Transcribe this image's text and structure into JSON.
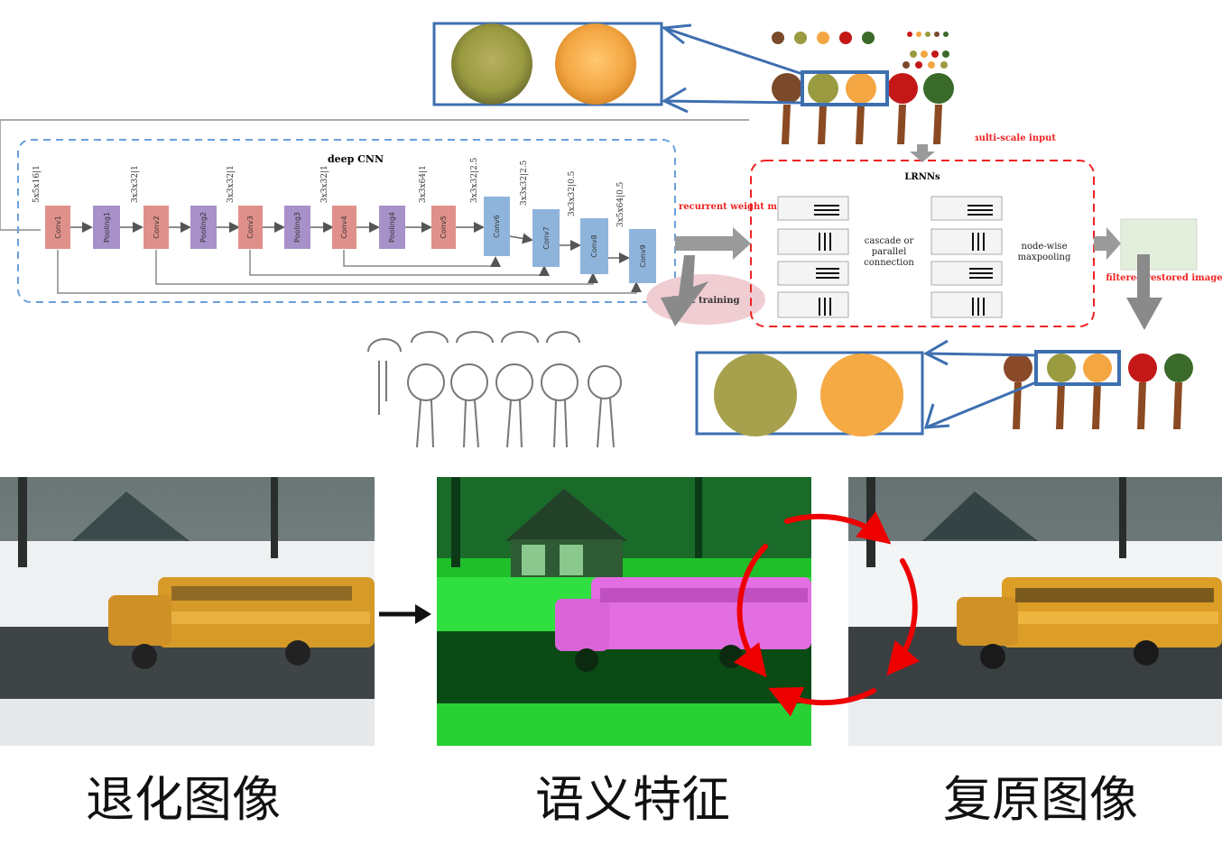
{
  "network": {
    "deep_cnn_title": "deep CNN",
    "layers": [
      "Conv1",
      "Pooling1",
      "Conv2",
      "Pooling2",
      "Conv3",
      "Pooling3",
      "Conv4",
      "Pooling4",
      "Conv5",
      "Conv6",
      "Conv7",
      "Conv8",
      "Conv9"
    ],
    "kernel_labels": [
      "5x5x16|1",
      "3x3x32|1",
      "3x3x32|1",
      "3x3x32|1",
      "3x3x64|1",
      "3x3x32|2.5",
      "3x3x32|2.5",
      "3x3x32|0.5",
      "3x5x64|0.5"
    ],
    "recurrent_weight_map": "recurrent weight map",
    "joint_training": "joint training",
    "multi_scale_input": "multi-scale input",
    "lrnns_title": "LRNNs",
    "cascade_text": "cascade or parallel connection",
    "node_wise_text": "node-wise maxpooling",
    "filtered_image": "filtered/restored image",
    "colors": {
      "conv": "#e0908a",
      "pool": "#a890c8",
      "deconv": "#8fb4dc",
      "lrnn_border": "#ee2222",
      "cnn_border": "#6aa0dc",
      "zoom_box": "#3d6fb0"
    }
  },
  "captions": {
    "degraded": "退化图像",
    "semantic": "语义特征",
    "restored": "复原图像"
  },
  "icons": [
    "spice-spoons-icon",
    "zoom-box",
    "arrow-right-icon",
    "cycle-arrows-icon",
    "bus-scene-image"
  ]
}
